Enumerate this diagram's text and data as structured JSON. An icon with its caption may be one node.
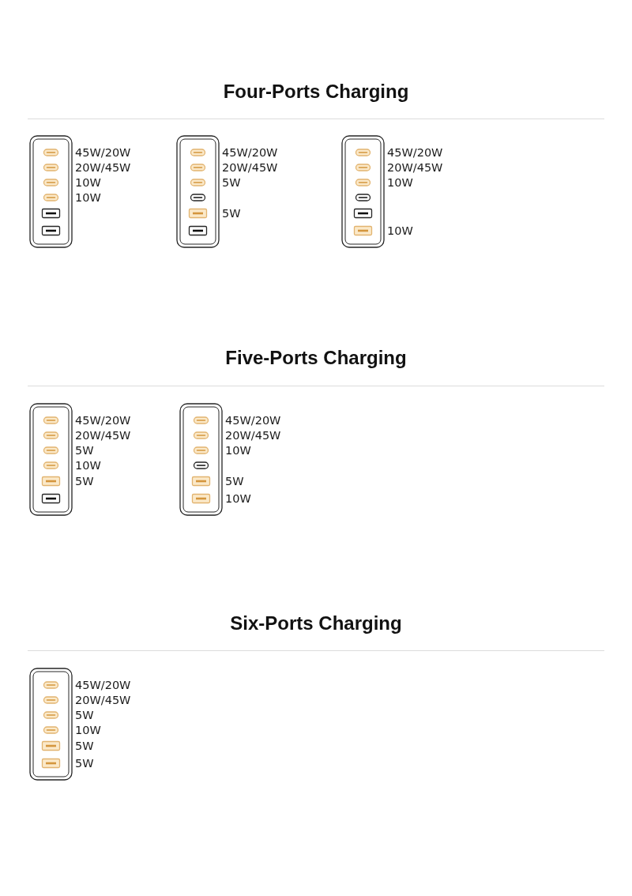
{
  "diagram": {
    "labels": [
      "Four-Ports Charging",
      "45W/20W",
      "20W/45W",
      "10W",
      "10W",
      "45W/20W",
      "20W/45W",
      "5W",
      "5W",
      "45W/20W",
      "20W/45W",
      "10W",
      "10W",
      "Five-Ports Charging",
      "45W/20W",
      "20W/45W",
      "5W",
      "10W",
      "5W",
      "45W/20W",
      "20W/45W",
      "10W",
      "5W",
      "10W",
      "Six-Ports Charging",
      "45W/20W",
      "20W/45W",
      "5W",
      "10W",
      "5W",
      "5W"
    ]
  }
}
